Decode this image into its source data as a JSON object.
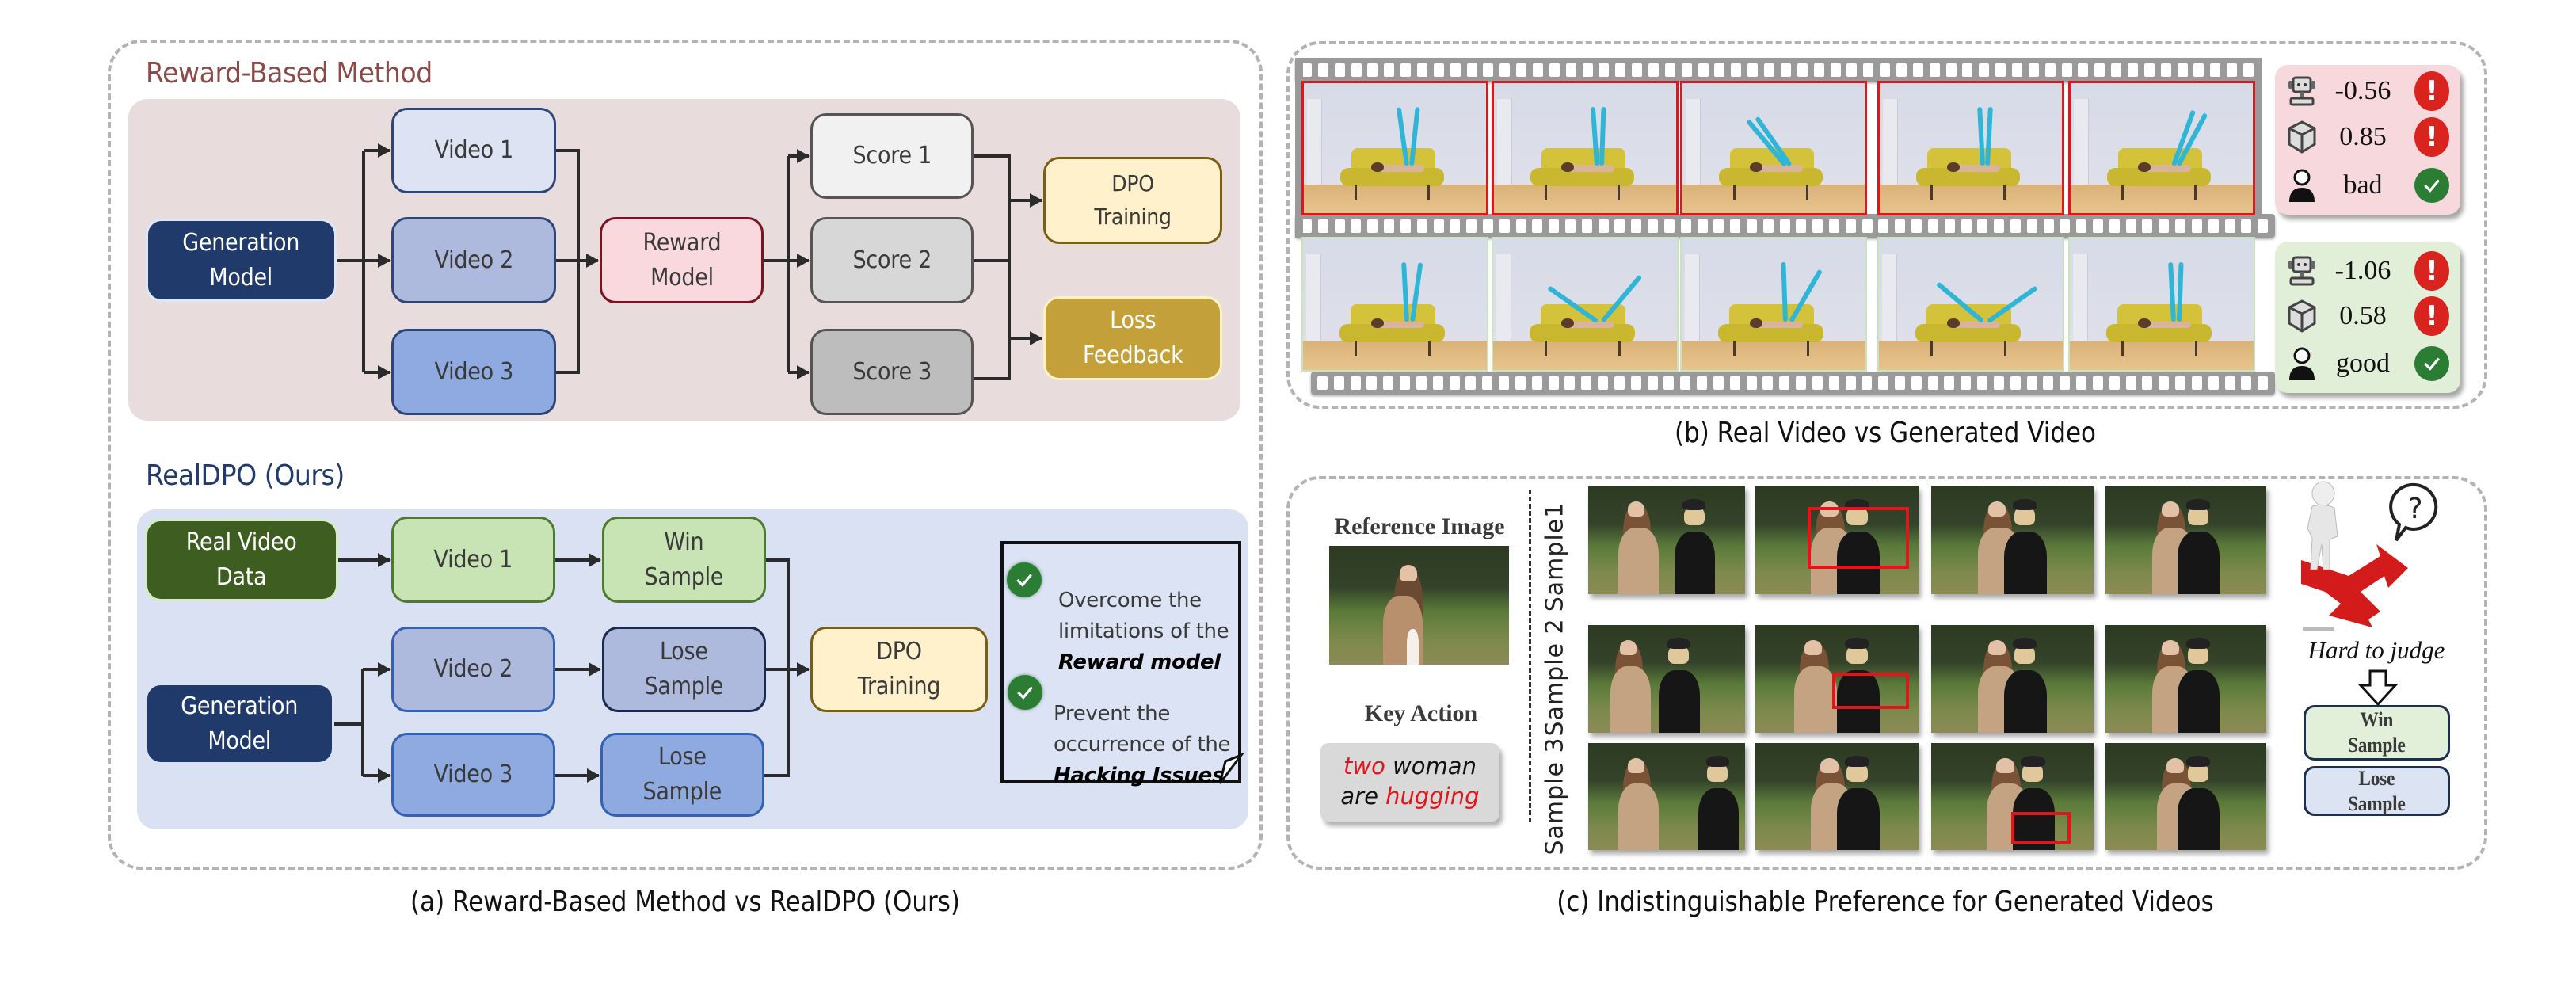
{
  "panel_a": {
    "reward_title": "Reward-Based Method",
    "reward_title_color": "#8b4a48",
    "reward_flow": {
      "generation_model": "Generation\nModel",
      "videos": [
        "Video 1",
        "Video 2",
        "Video 3"
      ],
      "reward_model": "Reward\nModel",
      "scores": [
        "Score 1",
        "Score 2",
        "Score 3"
      ],
      "dpo_training": "DPO\nTraining",
      "loss_feedback": "Loss\nFeedback"
    },
    "realdpo_title": "RealDPO (Ours)",
    "realdpo_title_color": "#1f3a6b",
    "realdpo_flow": {
      "real_video_data": "Real Video\nData",
      "generation_model": "Generation\nModel",
      "videos": [
        "Video 1",
        "Video 2",
        "Video 3"
      ],
      "samples": [
        "Win\nSample",
        "Lose\nSample",
        "Lose\nSample"
      ],
      "dpo_training": "DPO\nTraining"
    },
    "note": {
      "item1_prefix": "Overcome the\nlimitations of the",
      "item1_emphasis": "Reward model",
      "item2_prefix": "Prevent the\noccurrence of the",
      "item2_emphasis": "Hacking Issues"
    },
    "caption": "(a) Reward-Based Method vs RealDPO (Ours)"
  },
  "panel_b": {
    "real_video_frames": 5,
    "generated_video_frames": 5,
    "top_scores": [
      {
        "icon": "robot-icon",
        "value": "-0.56",
        "status": "alert"
      },
      {
        "icon": "cube-icon",
        "value": "0.85",
        "status": "alert"
      },
      {
        "icon": "person-icon",
        "value": "bad",
        "status": "ok"
      }
    ],
    "bottom_scores": [
      {
        "icon": "robot-icon",
        "value": "-1.06",
        "status": "alert"
      },
      {
        "icon": "cube-icon",
        "value": "0.58",
        "status": "alert"
      },
      {
        "icon": "person-icon",
        "value": "good",
        "status": "ok"
      }
    ],
    "caption": "(b) Real Video vs Generated Video"
  },
  "panel_c": {
    "reference_label": "Reference Image",
    "key_action_label": "Key Action",
    "key_action": {
      "w1": "two",
      "w2": " woman",
      "w3": "are ",
      "w4": "hugging"
    },
    "samples": [
      "Sample1",
      "Sample 2",
      "Sample 3"
    ],
    "hard_to_judge": "Hard to judge",
    "win_sample": "Win\nSample",
    "lose_sample": "Lose\nSample",
    "caption": "(c) Indistinguishable Preference for Generated Videos"
  },
  "colors": {
    "alert_red": "#d8231f",
    "ok_green": "#2a7d33",
    "highlight_red": "#e3141a"
  }
}
